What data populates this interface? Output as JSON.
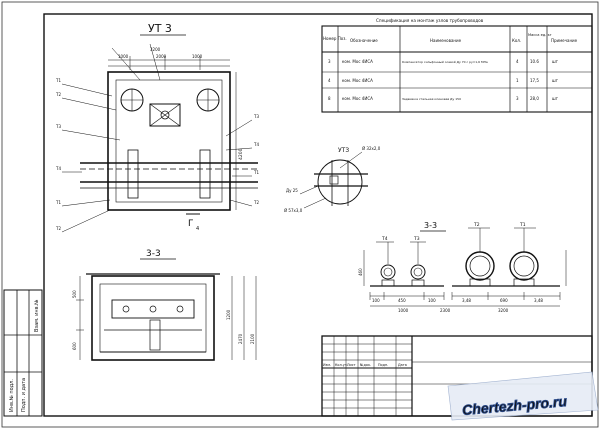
{
  "drawing": {
    "title_main": "УТ 3",
    "node_label": "УТ3",
    "section_left": "3-3",
    "section_right": "3-3",
    "cut_marker": "Г",
    "cut_marker_sub": "4",
    "node_callout": "Ø 32x2,0",
    "node_callout2": "Ø 57x3,0",
    "node_dim": "Ду 25"
  },
  "spec_table": {
    "caption": "Спецификация на монтаж узлов трубопроводов",
    "headers": [
      "Номер Поз.",
      "Обозначение",
      "Наименование",
      "Кол.",
      "Масса ед. кг",
      "Примечание"
    ],
    "rows": [
      [
        "3",
        "ком. Мос 4ИСА",
        "Компенсатор сильфонный осевой Ду 70 с ру=1,6 МПа",
        "4",
        "10.6",
        "шт"
      ],
      [
        "4",
        "ком. Мос 4ИСА",
        "",
        "1",
        "17,5",
        "шт"
      ],
      [
        "8",
        "ком. Мос 4ИСА",
        "Задвижка стальная клиновая Ду 150",
        "3",
        "28,0",
        "шт"
      ]
    ]
  },
  "dims": {
    "right_section": [
      "100",
      "450",
      "100",
      "1000",
      "3,48",
      "690",
      "3,48",
      "2300",
      "460",
      "3200"
    ],
    "left_section": [
      "500",
      "1200",
      "2470",
      "2100",
      "600"
    ]
  },
  "title_block": {
    "headers": [
      "Изм.",
      "Кол.уч",
      "Лист",
      "№док.",
      "Подп.",
      "Дата"
    ],
    "side_labels": [
      "Инв.№ подл.",
      "Подп. и дата",
      "Взам. инв.№"
    ]
  },
  "watermark": "Chertezh-pro.ru",
  "colors": {
    "line": "#1a1a1a",
    "watermark_fill": "#ffffff",
    "watermark_outline": "#2a4a8a",
    "background": "#ffffff"
  }
}
